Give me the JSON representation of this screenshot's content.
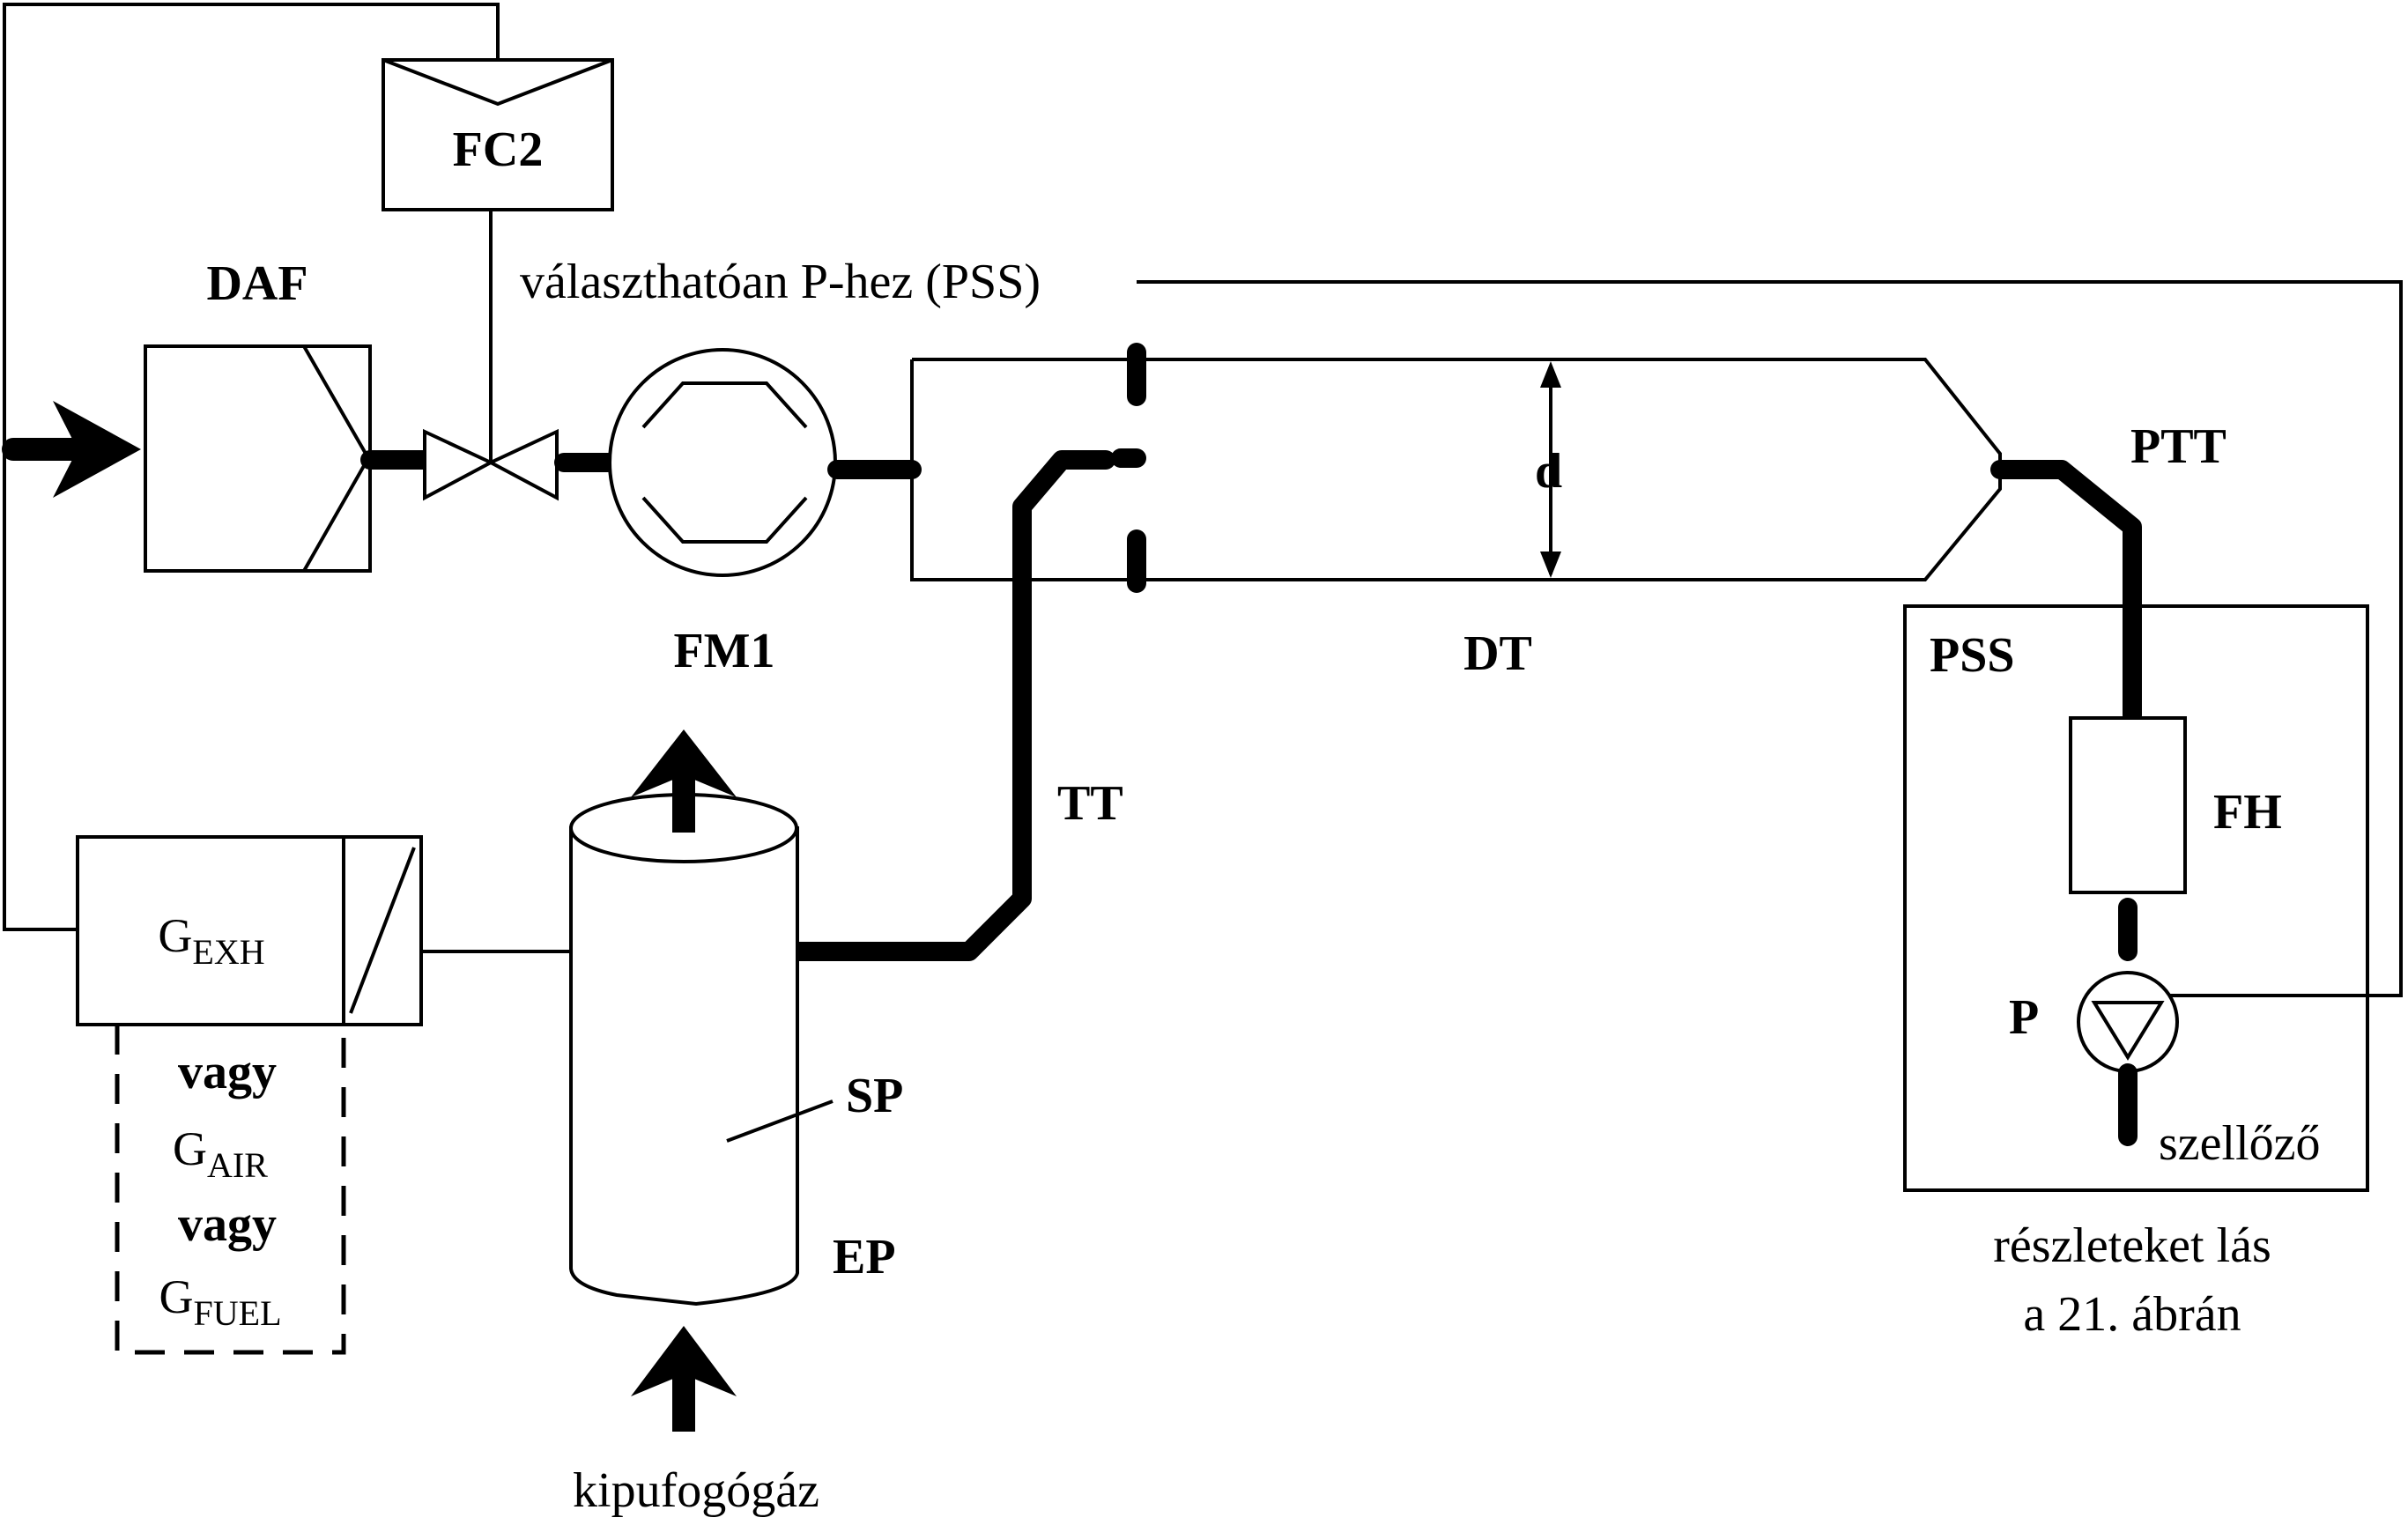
{
  "labels": {
    "fc2": "FC2",
    "daf": "DAF",
    "option_note": "választhatóan P-hez (PSS)",
    "fm1": "FM1",
    "dt": "DT",
    "d": "d",
    "ptt": "PTT",
    "pss": "PSS",
    "fh": "FH",
    "p": "P",
    "tt": "TT",
    "sp": "SP",
    "ep": "EP",
    "vent": "szellőző",
    "exhaust": "kipufogógáz",
    "or1": "vagy",
    "or2": "vagy",
    "details_line1": "részleteket lás",
    "details_line2": "a 21. ábrán"
  },
  "signals": {
    "gexh": {
      "main": "G",
      "sub": "EXH"
    },
    "gair": {
      "main": "G",
      "sub": "AIR"
    },
    "gfuel": {
      "main": "G",
      "sub": "FUEL"
    }
  }
}
